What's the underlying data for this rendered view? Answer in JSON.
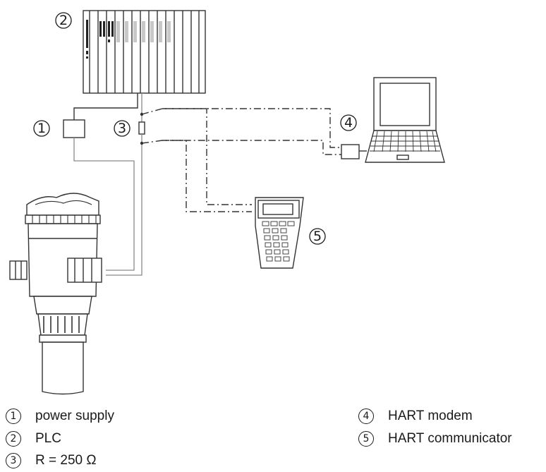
{
  "callouts": {
    "power_supply": "1",
    "plc": "2",
    "resistor": "3",
    "hart_modem": "4",
    "hart_communicator": "5"
  },
  "legend": [
    {
      "num": "1",
      "label": "power supply"
    },
    {
      "num": "2",
      "label": "PLC"
    },
    {
      "num": "3",
      "label": "R = 250 Ω"
    },
    {
      "num": "4",
      "label": "HART modem"
    },
    {
      "num": "5",
      "label": "HART communicator"
    }
  ],
  "colors": {
    "line": "#3a3a3a",
    "grey_wire": "#8a8a8a",
    "light_fill": "#f2f2f2"
  }
}
